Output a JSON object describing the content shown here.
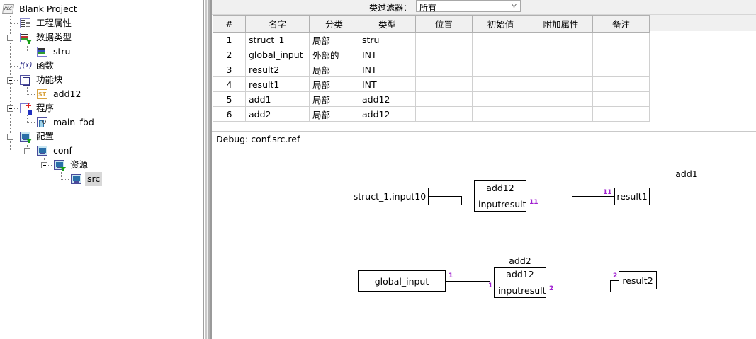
{
  "tree": {
    "root_label": "Blank Project",
    "items": [
      {
        "label": "工程属性",
        "icon": "project-properties-icon"
      },
      {
        "label": "数据类型",
        "icon": "data-types-icon"
      },
      {
        "label": "stru",
        "icon": "struct-icon"
      },
      {
        "label": "函数",
        "icon": "function-icon"
      },
      {
        "label": "功能块",
        "icon": "function-block-icon"
      },
      {
        "label": "add12",
        "icon": "st-icon"
      },
      {
        "label": "程序",
        "icon": "programs-icon"
      },
      {
        "label": "main_fbd",
        "icon": "fbd-icon"
      },
      {
        "label": "配置",
        "icon": "configuration-icon"
      },
      {
        "label": "conf",
        "icon": "config-node-icon"
      },
      {
        "label": "资源",
        "icon": "resource-icon"
      },
      {
        "label": "src",
        "icon": "task-icon",
        "selected": true
      }
    ]
  },
  "filter": {
    "label": "类过滤器：",
    "value": "所有",
    "options": [
      "所有"
    ]
  },
  "table": {
    "columns": [
      "#",
      "名字",
      "分类",
      "类型",
      "位置",
      "初始值",
      "附加属性",
      "备注"
    ],
    "rows": [
      {
        "num": "1",
        "name": "struct_1",
        "klass": "局部",
        "type": "stru",
        "location": "",
        "initial": "",
        "options": "",
        "doc": ""
      },
      {
        "num": "2",
        "name": "global_input",
        "klass": "外部的",
        "type": "INT",
        "location": "",
        "initial": "",
        "options": "",
        "doc": ""
      },
      {
        "num": "3",
        "name": "result2",
        "klass": "局部",
        "type": "INT",
        "location": "",
        "initial": "",
        "options": "",
        "doc": ""
      },
      {
        "num": "4",
        "name": "result1",
        "klass": "局部",
        "type": "INT",
        "location": "",
        "initial": "",
        "options": "",
        "doc": ""
      },
      {
        "num": "5",
        "name": "add1",
        "klass": "局部",
        "type": "add12",
        "location": "",
        "initial": "",
        "options": "",
        "doc": ""
      },
      {
        "num": "6",
        "name": "add2",
        "klass": "局部",
        "type": "add12",
        "location": "",
        "initial": "",
        "options": "",
        "doc": ""
      }
    ]
  },
  "debug": {
    "text": "Debug: conf.src.ref"
  },
  "fbd": {
    "networks": [
      {
        "input_var": "struct_1.input10",
        "block_name": "add1",
        "block_type": "add12",
        "in_pin": "input",
        "out_pin": "result",
        "output_var": "result1",
        "out_pin_label": "11",
        "wire_end_label": "11"
      },
      {
        "input_var": "global_input",
        "block_name": "add2",
        "block_type": "add12",
        "in_pin": "input",
        "out_pin": "result",
        "output_var": "result2",
        "in_src_label": "1",
        "in_pin_label": "1",
        "out_pin_label": "2",
        "wire_end_label": "2"
      }
    ]
  },
  "colors": {
    "pin_label": "#a020d0",
    "panel_bg": "#f0f0f0",
    "canvas_bg": "#ffffff"
  }
}
